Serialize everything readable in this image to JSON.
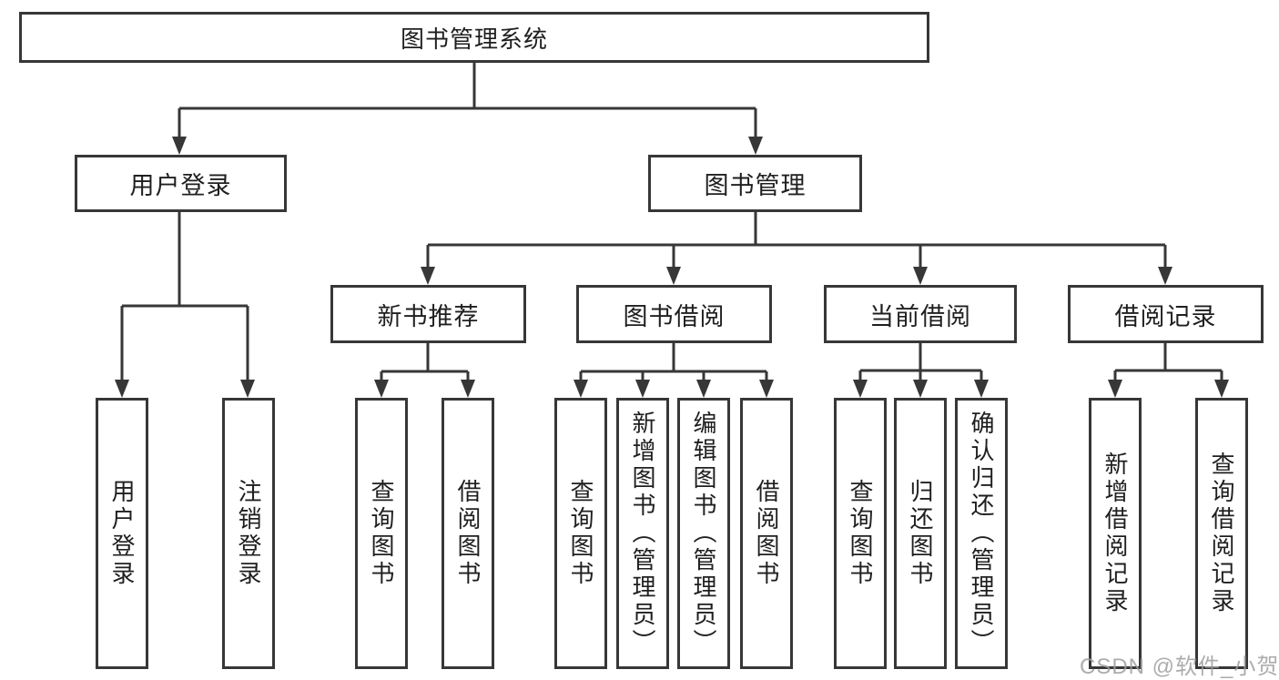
{
  "diagram": {
    "title_node": {
      "label": "图书管理系统"
    },
    "level2": [
      {
        "label": "用户登录"
      },
      {
        "label": "图书管理"
      }
    ],
    "level3": [
      {
        "label": "新书推荐"
      },
      {
        "label": "图书借阅"
      },
      {
        "label": "当前借阅"
      },
      {
        "label": "借阅记录"
      }
    ],
    "leaves": [
      {
        "label": "用户登录"
      },
      {
        "label": "注销登录"
      },
      {
        "label": "查询图书"
      },
      {
        "label": "借阅图书"
      },
      {
        "label": "查询图书"
      },
      {
        "label": "新增图书（管理员）"
      },
      {
        "label": "编辑图书（管理员）"
      },
      {
        "label": "借阅图书"
      },
      {
        "label": "查询图书"
      },
      {
        "label": "归还图书"
      },
      {
        "label": "确认归还（管理员）"
      },
      {
        "label": "新增借阅记录"
      },
      {
        "label": "查询借阅记录"
      }
    ]
  },
  "watermark": {
    "text": "CSDN @软件_小贺同学"
  },
  "colors": {
    "line": "#373737",
    "text": "#1f1f1f",
    "watermark": "#9e9e9e",
    "background": "#ffffff"
  }
}
